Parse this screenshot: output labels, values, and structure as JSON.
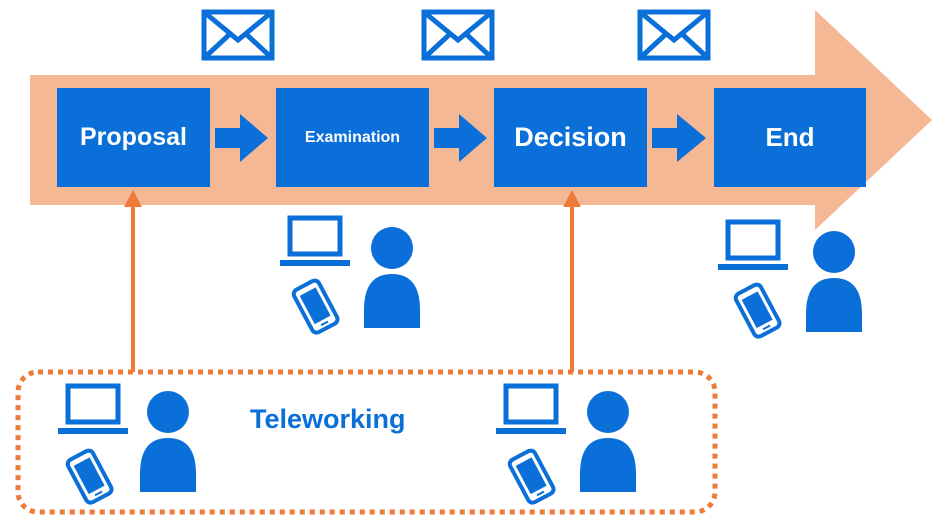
{
  "steps": {
    "proposal": "Proposal",
    "examination": "Examination",
    "decision": "Decision",
    "end": "End"
  },
  "teleworking_label": "Teleworking",
  "colors": {
    "flow_arrow": "#f5b894",
    "step_box": "#0a6fd8",
    "icon_blue": "#0a6fd8",
    "connector_orange": "#ee7b3a",
    "dotted_border": "#ee7b3a",
    "background": "#ffffff"
  },
  "icons": [
    "envelope-icon",
    "laptop-icon",
    "smartphone-icon",
    "person-icon",
    "arrow-right-icon"
  ]
}
